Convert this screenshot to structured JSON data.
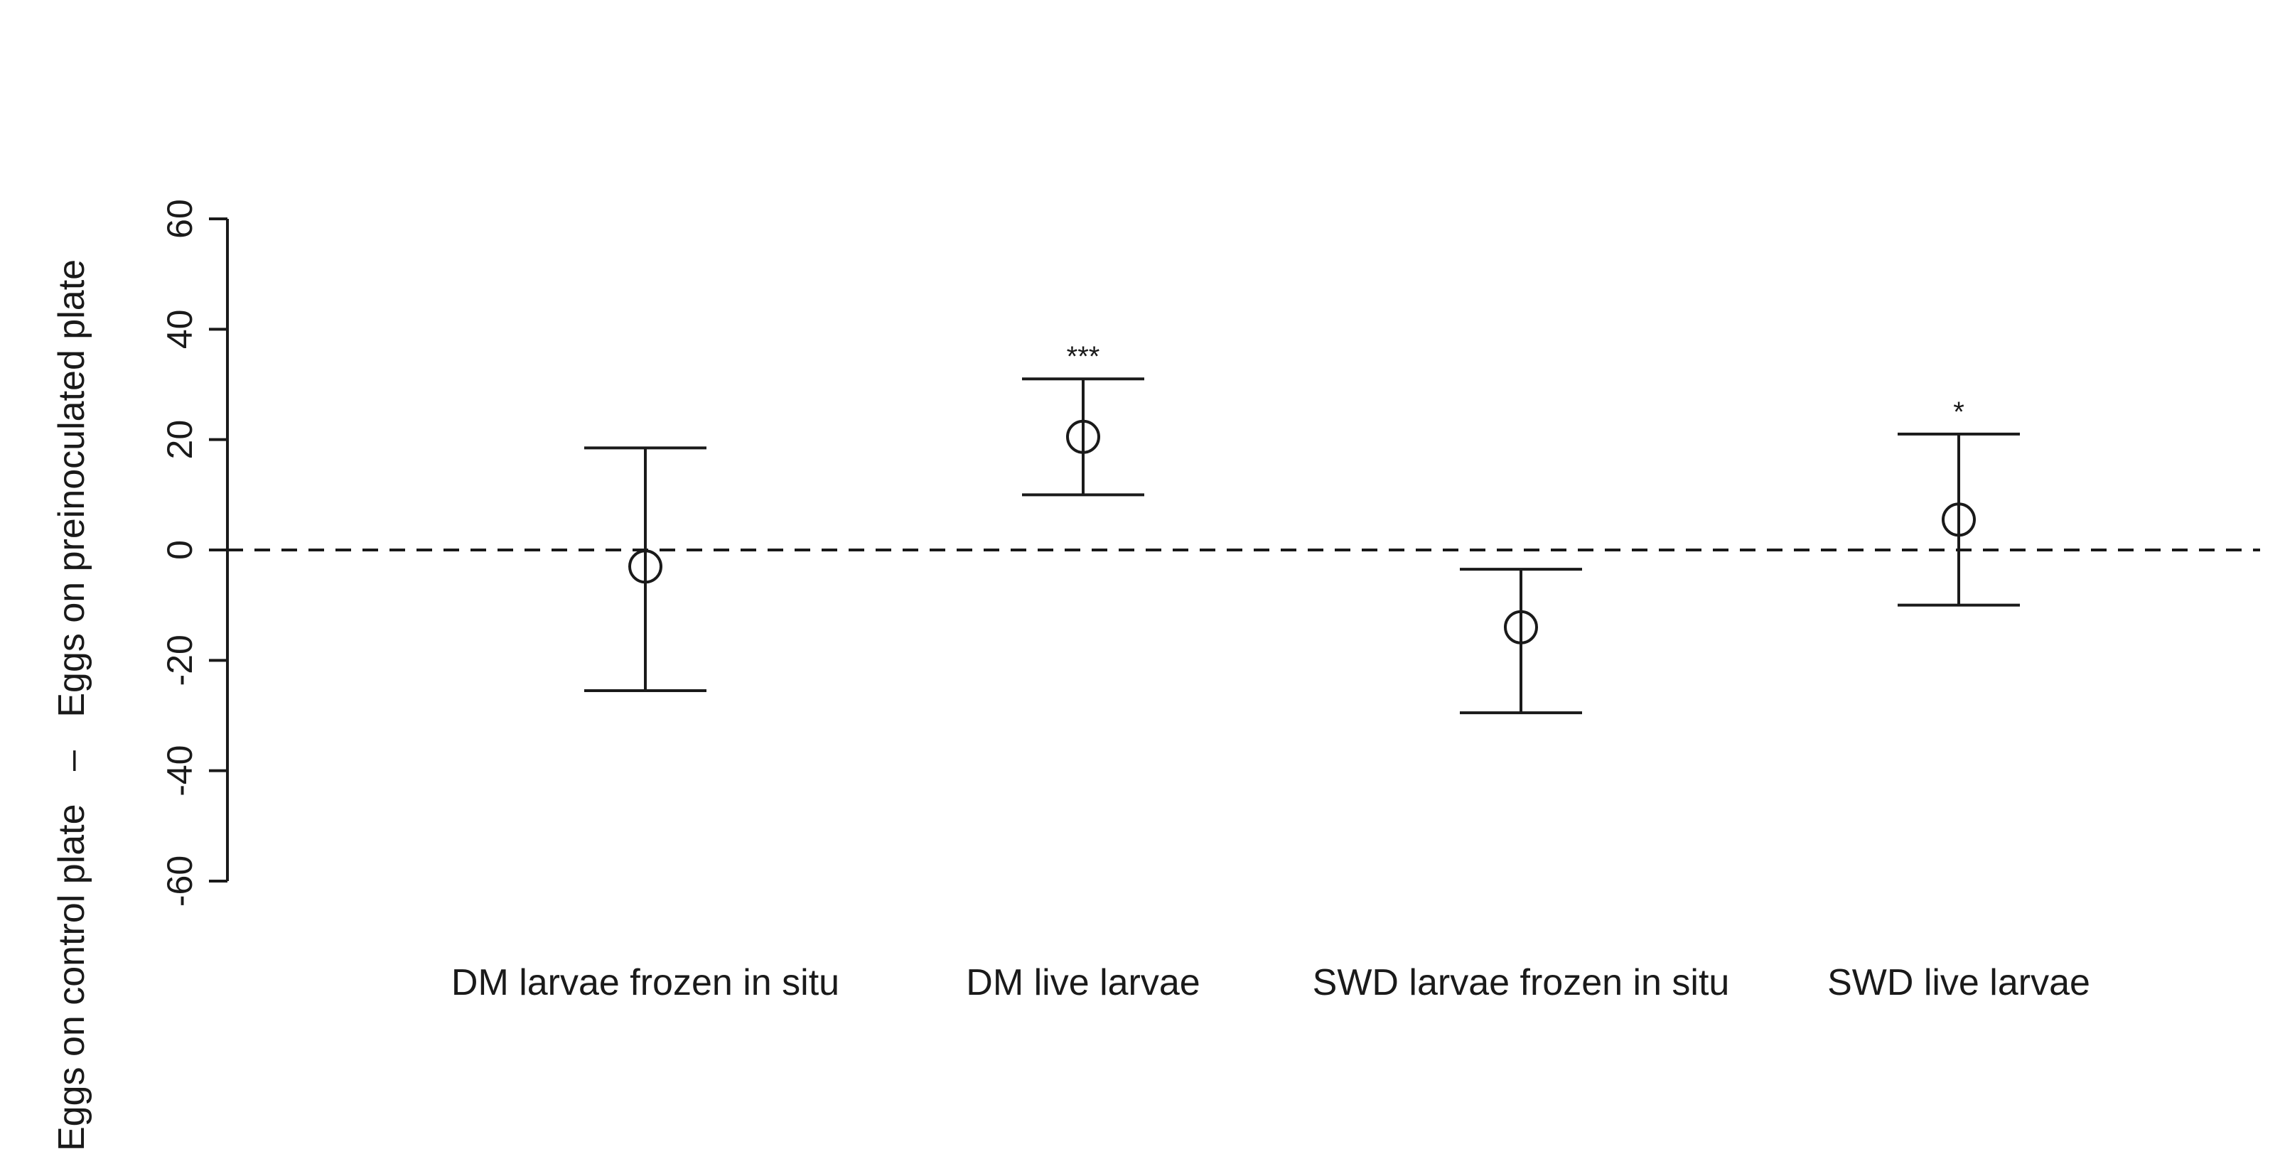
{
  "chart_data": {
    "type": "errorbar",
    "ylabel_left": "Eggs on control plate",
    "ylabel_dash": "–",
    "ylabel_right": "Eggs on preinoculated plate",
    "xlabel": "",
    "ylim": [
      -60,
      60
    ],
    "yticks": [
      60,
      40,
      20,
      0,
      -20,
      -40,
      -60
    ],
    "reference_line": 0,
    "categories": [
      "DM larvae frozen in situ",
      "DM live larvae",
      "SWD larvae frozen in situ",
      "SWD live larvae"
    ],
    "points": [
      {
        "category": "DM larvae frozen in situ",
        "mean": -3,
        "lower": -25.5,
        "upper": 18.5,
        "significance": ""
      },
      {
        "category": "DM live larvae",
        "mean": 20.5,
        "lower": 10,
        "upper": 31,
        "significance": "***"
      },
      {
        "category": "SWD larvae frozen in situ",
        "mean": -14,
        "lower": -29.5,
        "upper": -3.5,
        "significance": ""
      },
      {
        "category": "SWD live larvae",
        "mean": 5.5,
        "lower": -10,
        "upper": 21,
        "significance": "*"
      }
    ],
    "colors": {
      "ink": "#1a1a1a",
      "background": "#ffffff"
    }
  }
}
